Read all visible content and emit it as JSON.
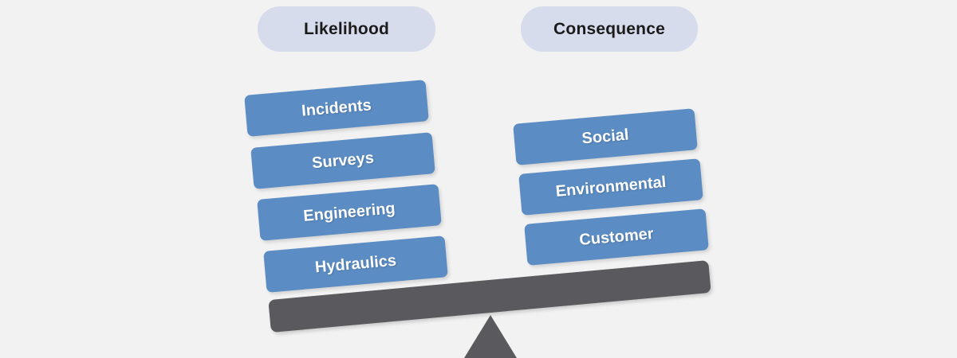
{
  "diagram": {
    "type": "balance-scale",
    "title": "Risk balance: Likelihood versus Consequence",
    "background_color": "#f2f2f2",
    "tilt_direction": "left-side-down",
    "headers": [
      {
        "id": "likelihood",
        "label": "Likelihood"
      },
      {
        "id": "consequence",
        "label": "Consequence"
      }
    ],
    "pans": [
      {
        "side": "left",
        "header": "Likelihood",
        "color": "#5b8dc4",
        "blocks": [
          {
            "id": "incidents",
            "label": "Incidents"
          },
          {
            "id": "surveys",
            "label": "Surveys"
          },
          {
            "id": "engineering",
            "label": "Engineering"
          },
          {
            "id": "hydraulics",
            "label": "Hydraulics"
          }
        ]
      },
      {
        "side": "right",
        "header": "Consequence",
        "color": "#5b8dc4",
        "blocks": [
          {
            "id": "social",
            "label": "Social"
          },
          {
            "id": "environmental",
            "label": "Environmental"
          },
          {
            "id": "customer",
            "label": "Customer"
          }
        ]
      }
    ],
    "beam": {
      "color": "#5a5a5e"
    },
    "fulcrum": {
      "shape": "triangle",
      "color": "#5a5a5e"
    },
    "colors": {
      "pill_background": "#d7dcec",
      "pill_text": "#1b1b1b",
      "block_fill": "#5b8dc4",
      "block_text": "#ffffff",
      "beam_fill": "#5a5a5e",
      "fulcrum_fill": "#5a5a5e",
      "canvas": "#f2f2f2"
    }
  }
}
